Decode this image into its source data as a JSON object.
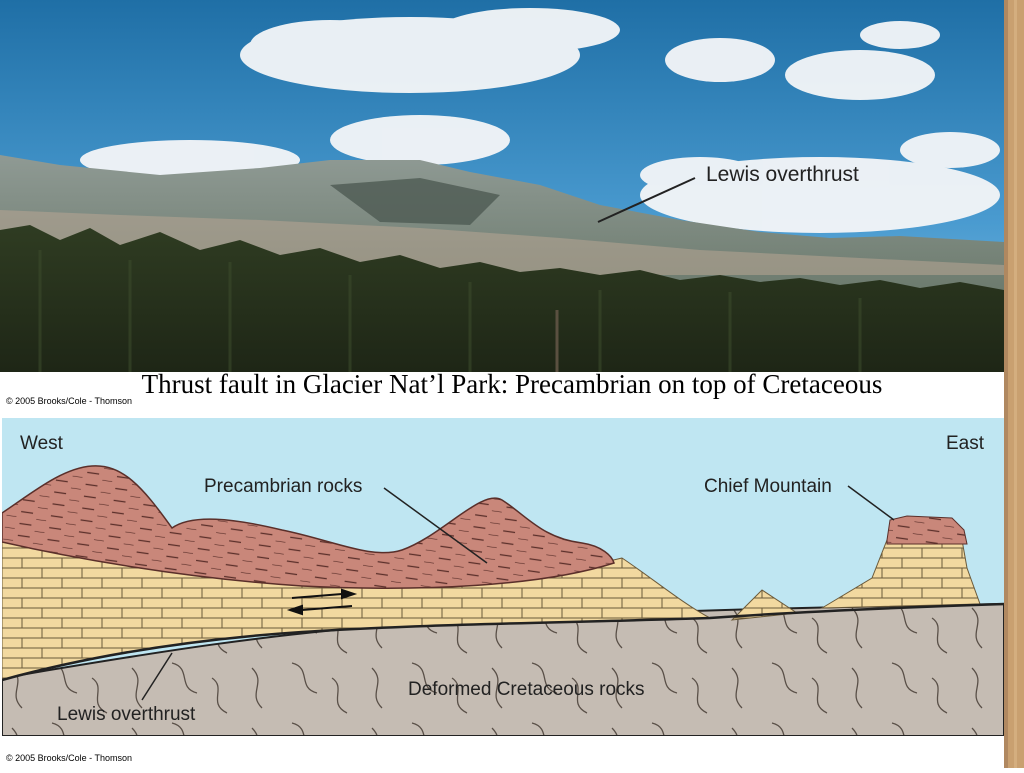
{
  "photo": {
    "label": "Lewis overthrust",
    "credit": "© 2005 Brooks/Cole - Thomson"
  },
  "caption": "Thrust fault in Glacier Nat’l Park: Precambrian on top of Cretaceous",
  "diagram": {
    "west": "West",
    "east": "East",
    "precambrian": "Precambrian rocks",
    "chief_mountain": "Chief Mountain",
    "deformed": "Deformed Cretaceous rocks",
    "overthrust": "Lewis overthrust",
    "credit": "© 2005 Brooks/Cole - Thomson"
  },
  "colors": {
    "sky": "#bfe6f2",
    "precambrian": "#c9877a",
    "cretaceous_block": "#f2d9a0",
    "deformed": "#c5bcb3"
  }
}
